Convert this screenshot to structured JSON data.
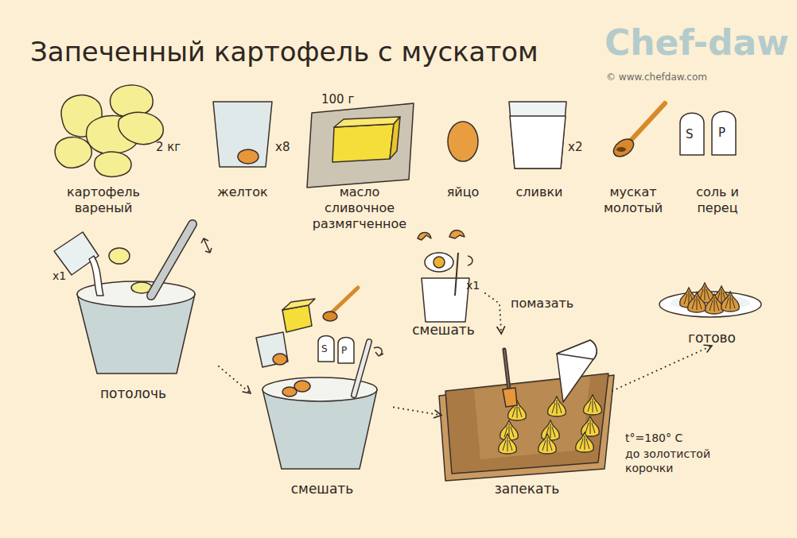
{
  "diagram": {
    "title": "Запеченный картофель с мускатом",
    "nodes": [
      {
        "text": [
          "потолочь"
        ]
      },
      {
        "text": [
          "смешать"
        ]
      },
      {
        "text": [
          "смешать"
        ]
      },
      {
        "text": [
          "запекать"
        ]
      },
      {
        "text": [
          "готово"
        ]
      }
    ],
    "edges": [
      {
        "from": 0,
        "to": 1,
        "arrow": "to"
      },
      {
        "from": 2,
        "to": 3,
        "label": "помазать",
        "arrow": "to"
      },
      {
        "from": 1,
        "to": 3,
        "arrow": "to"
      },
      {
        "from": 3,
        "to": 4,
        "arrow": "to"
      }
    ],
    "labels": [
      "Chef-daw",
      "© www.chefdaw.com",
      "2 кг",
      "картофель вареный",
      "x8",
      "желток",
      "100 г",
      "масло сливочное размягченное",
      "яйцо",
      "x2",
      "сливки",
      "мускат молотый",
      "S",
      "P",
      "соль и перец",
      "x1",
      "x1",
      "S",
      "P",
      "t°=180° C",
      "до золотистой корочки"
    ]
  }
}
